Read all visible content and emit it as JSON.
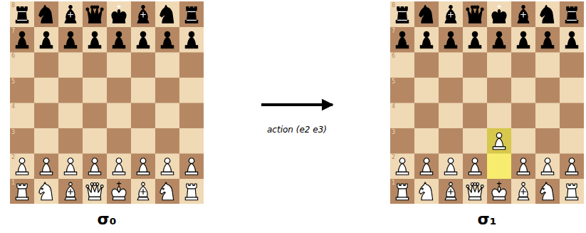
{
  "diagram": {
    "nodes": [
      {
        "text": [
          "σ₀"
        ]
      },
      {
        "text": [
          "σ₁"
        ]
      }
    ],
    "edges": [
      {
        "from": 0,
        "to": 1,
        "arrow": "to",
        "label": "action (e2 e3)"
      }
    ],
    "labels": [
      "8",
      "7",
      "6",
      "5",
      "4",
      "3",
      "2",
      "1",
      "8",
      "7",
      "6",
      "5",
      "4",
      "3",
      "2",
      "1"
    ]
  }
}
